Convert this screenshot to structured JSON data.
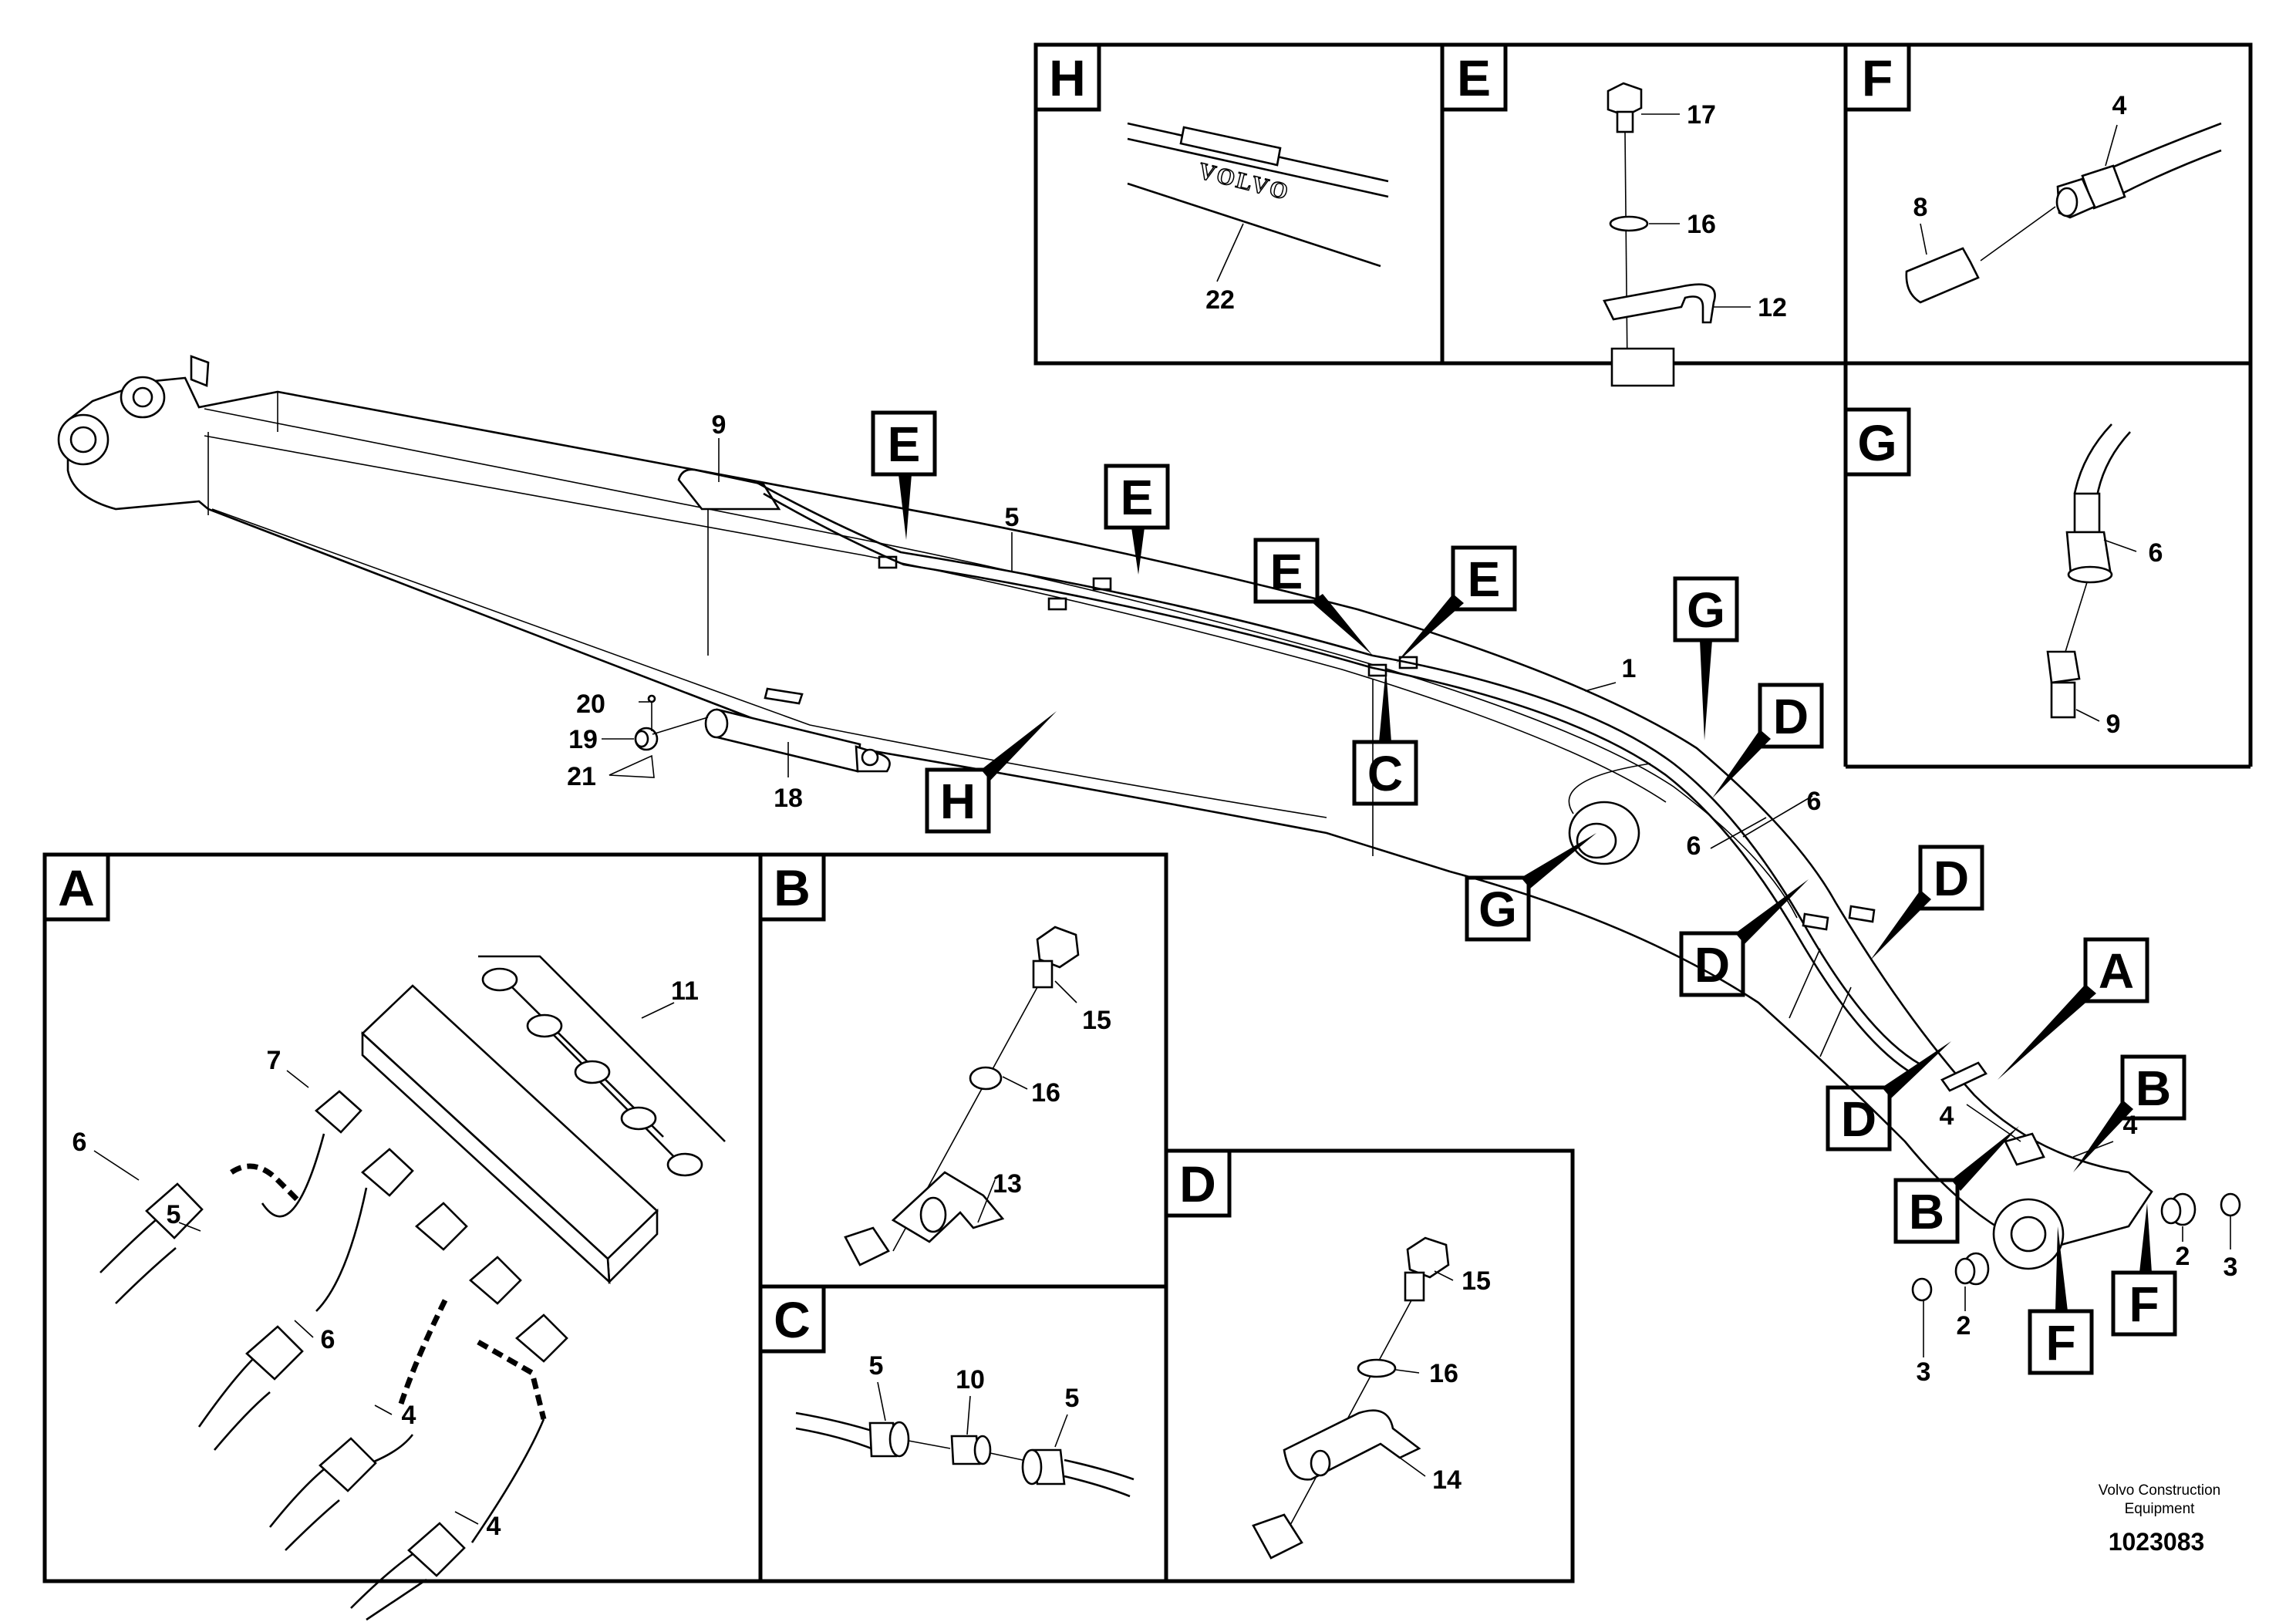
{
  "detail_views": {
    "A": {
      "letter": "A",
      "labels": [
        "4",
        "4",
        "5",
        "6",
        "6",
        "7",
        "11"
      ]
    },
    "B": {
      "letter": "B",
      "labels": [
        "13",
        "15",
        "16"
      ]
    },
    "C": {
      "letter": "C",
      "labels": [
        "5",
        "5",
        "10"
      ]
    },
    "D": {
      "letter": "D",
      "labels": [
        "14",
        "15",
        "16"
      ]
    },
    "E": {
      "letter": "E",
      "labels": [
        "12",
        "16",
        "17"
      ]
    },
    "F": {
      "letter": "F",
      "labels": [
        "4",
        "8"
      ]
    },
    "G": {
      "letter": "G",
      "labels": [
        "6",
        "9"
      ]
    },
    "H": {
      "letter": "H",
      "labels": [
        "22"
      ],
      "logo_text": "VOLVO"
    }
  },
  "main_view": {
    "part_labels": [
      "1",
      "2",
      "2",
      "3",
      "3",
      "4",
      "4",
      "5",
      "6",
      "6",
      "9",
      "18",
      "19",
      "20",
      "21"
    ],
    "view_tags": [
      "E",
      "E",
      "E",
      "E",
      "C",
      "G",
      "G",
      "D",
      "D",
      "D",
      "D",
      "A",
      "B",
      "B",
      "F",
      "F",
      "H"
    ]
  },
  "footer": {
    "company_line1": "Volvo Construction",
    "company_line2": "Equipment",
    "drawing_number": "1023083"
  }
}
